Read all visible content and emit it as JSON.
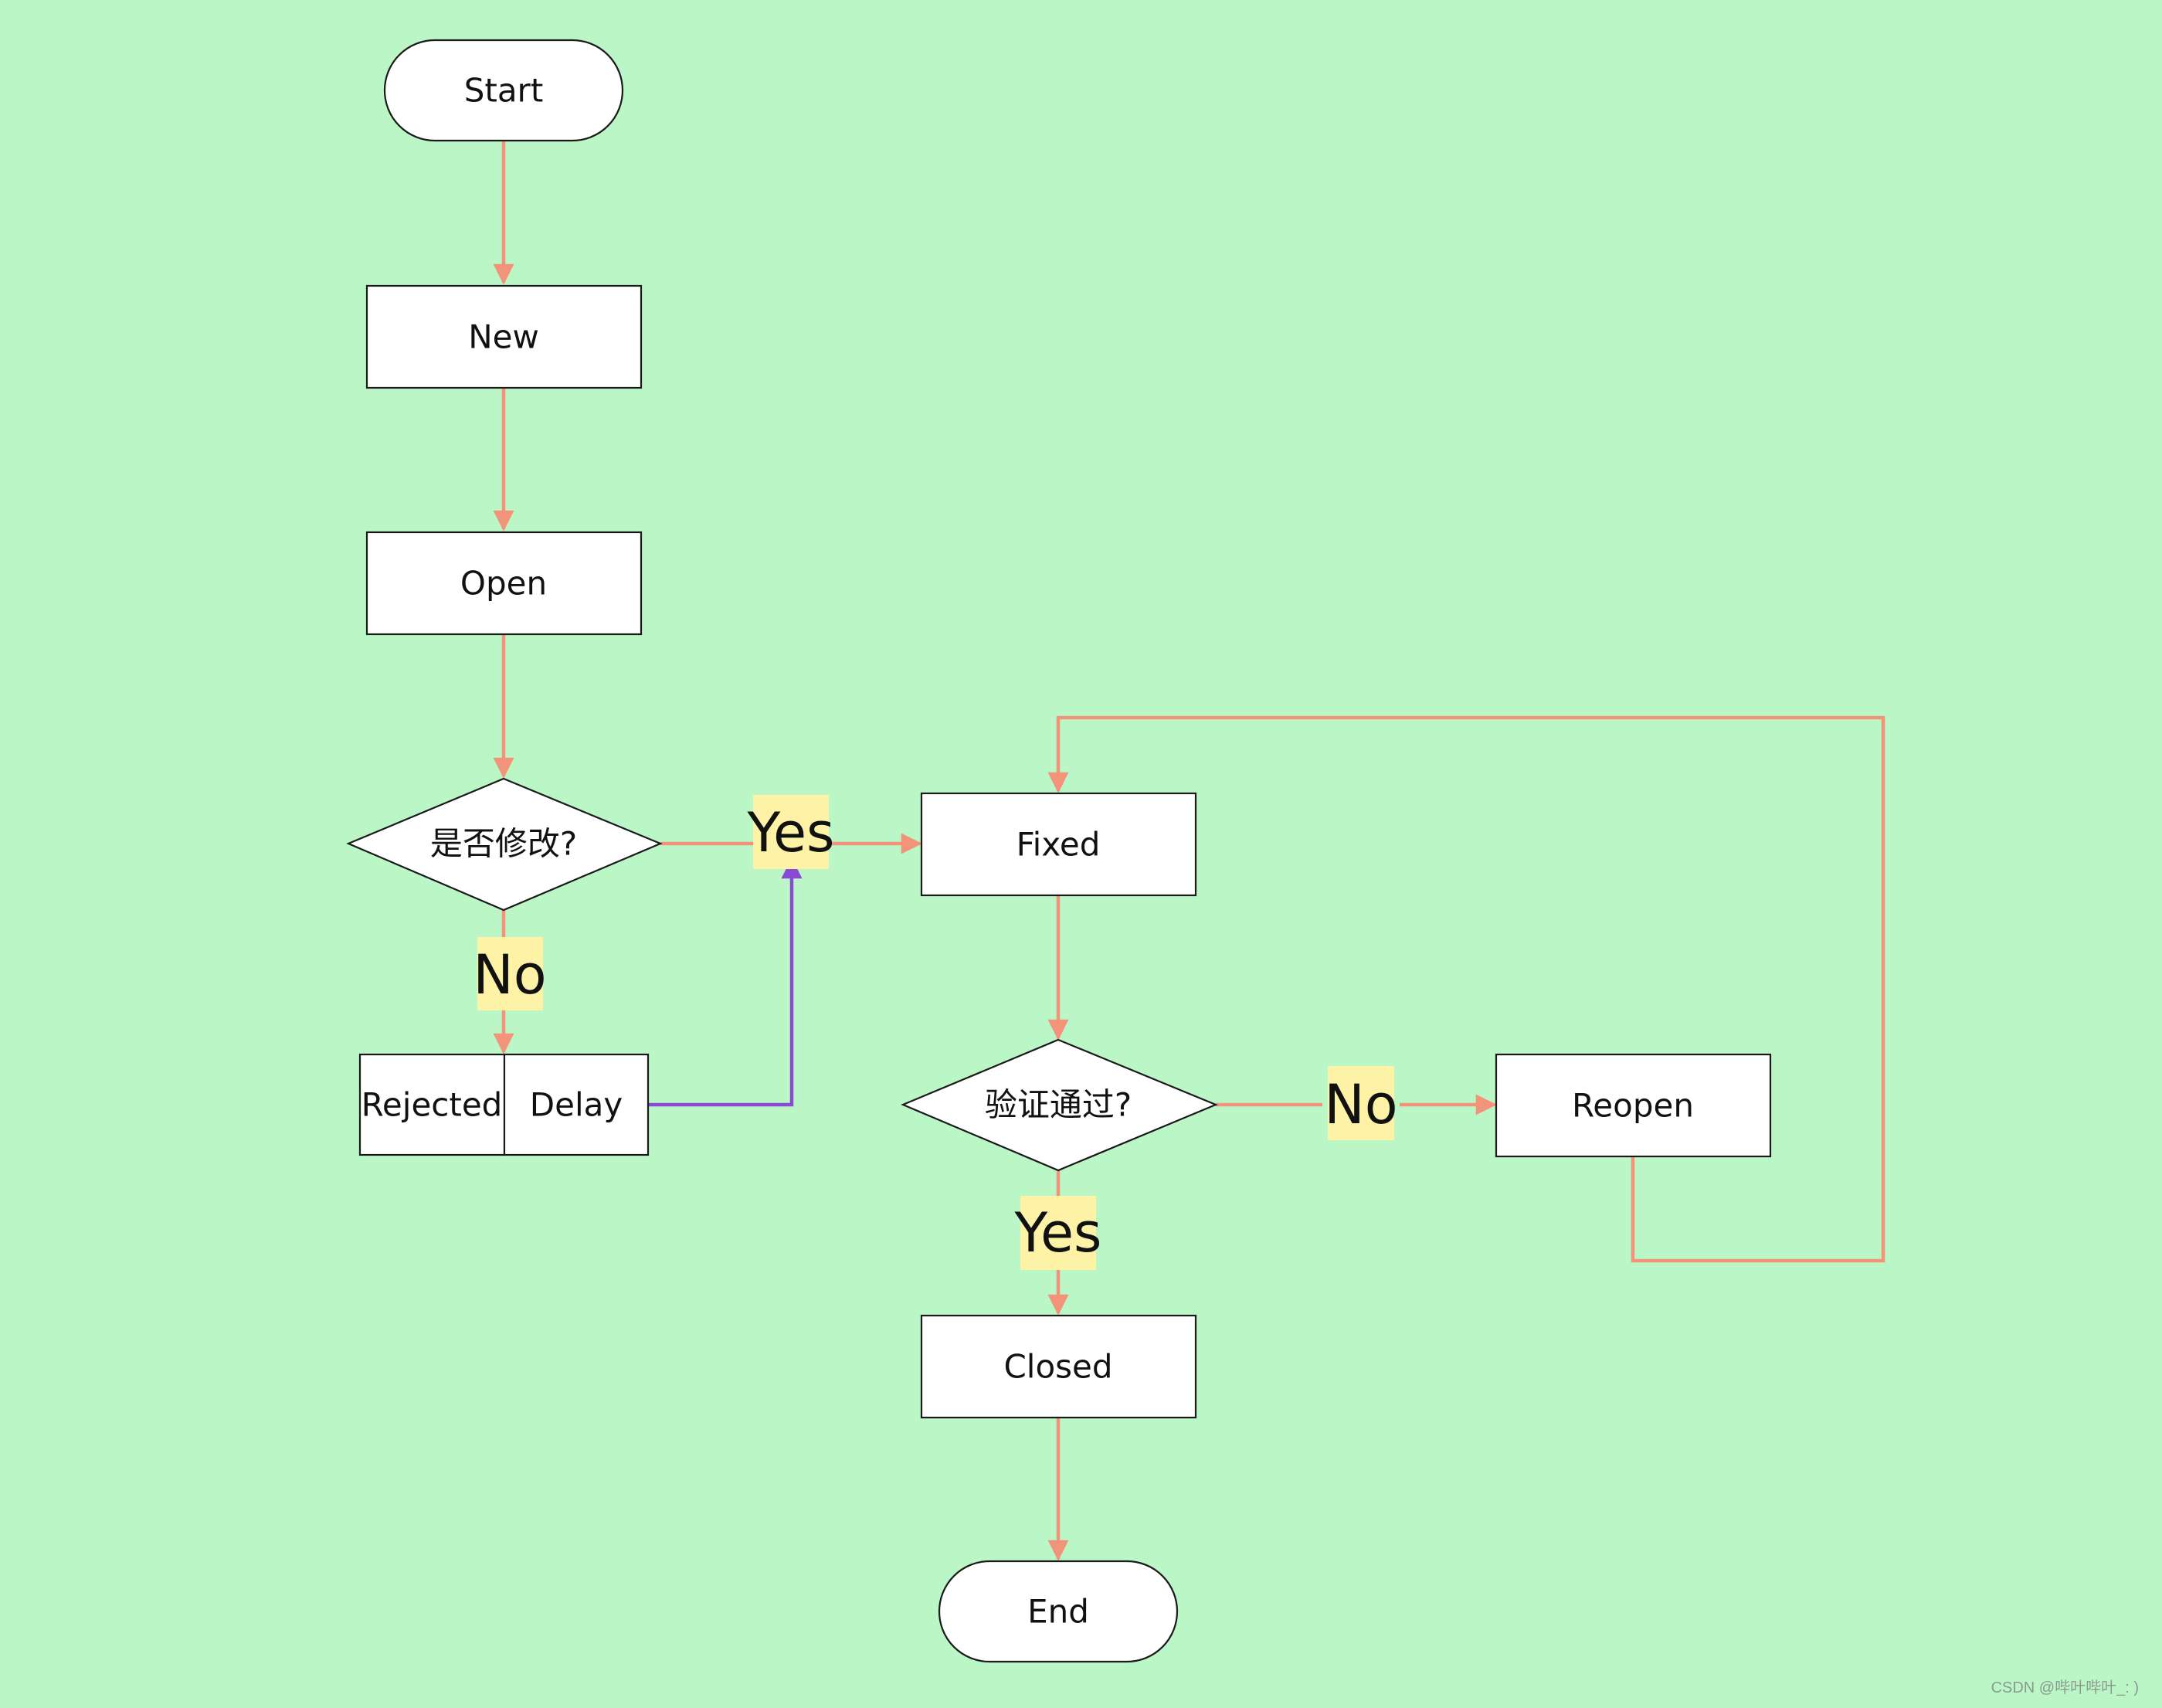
{
  "diagram": {
    "type": "flowchart",
    "colors": {
      "background": "#bbf7c6",
      "edge": "#f2937a",
      "edge_highlight": "#8a4ad6",
      "label_background": "#fdf2a6",
      "node_fill": "#ffffff",
      "node_border": "#1a1a1a"
    },
    "nodes": {
      "start": "Start",
      "new": "New",
      "open": "Open",
      "decision_modify": "是否修改?",
      "rejected": "Rejected",
      "delay": "Delay",
      "fixed": "Fixed",
      "decision_verify": "验证通过?",
      "reopen": "Reopen",
      "closed": "Closed",
      "end": "End"
    },
    "edge_labels": {
      "modify_yes": "Yes",
      "modify_no": "No",
      "verify_no": "No",
      "verify_yes": "Yes"
    },
    "edges": [
      {
        "from": "start",
        "to": "new"
      },
      {
        "from": "new",
        "to": "open"
      },
      {
        "from": "open",
        "to": "decision_modify"
      },
      {
        "from": "decision_modify",
        "to": "fixed",
        "label": "modify_yes"
      },
      {
        "from": "decision_modify",
        "to": "rejected",
        "label": "modify_no"
      },
      {
        "from": "delay",
        "to": "modify_yes",
        "color": "edge_highlight"
      },
      {
        "from": "fixed",
        "to": "decision_verify"
      },
      {
        "from": "decision_verify",
        "to": "reopen",
        "label": "verify_no"
      },
      {
        "from": "decision_verify",
        "to": "closed",
        "label": "verify_yes"
      },
      {
        "from": "reopen",
        "to": "fixed"
      },
      {
        "from": "closed",
        "to": "end"
      }
    ]
  },
  "watermark": "CSDN @哔叶哔叶_: )"
}
